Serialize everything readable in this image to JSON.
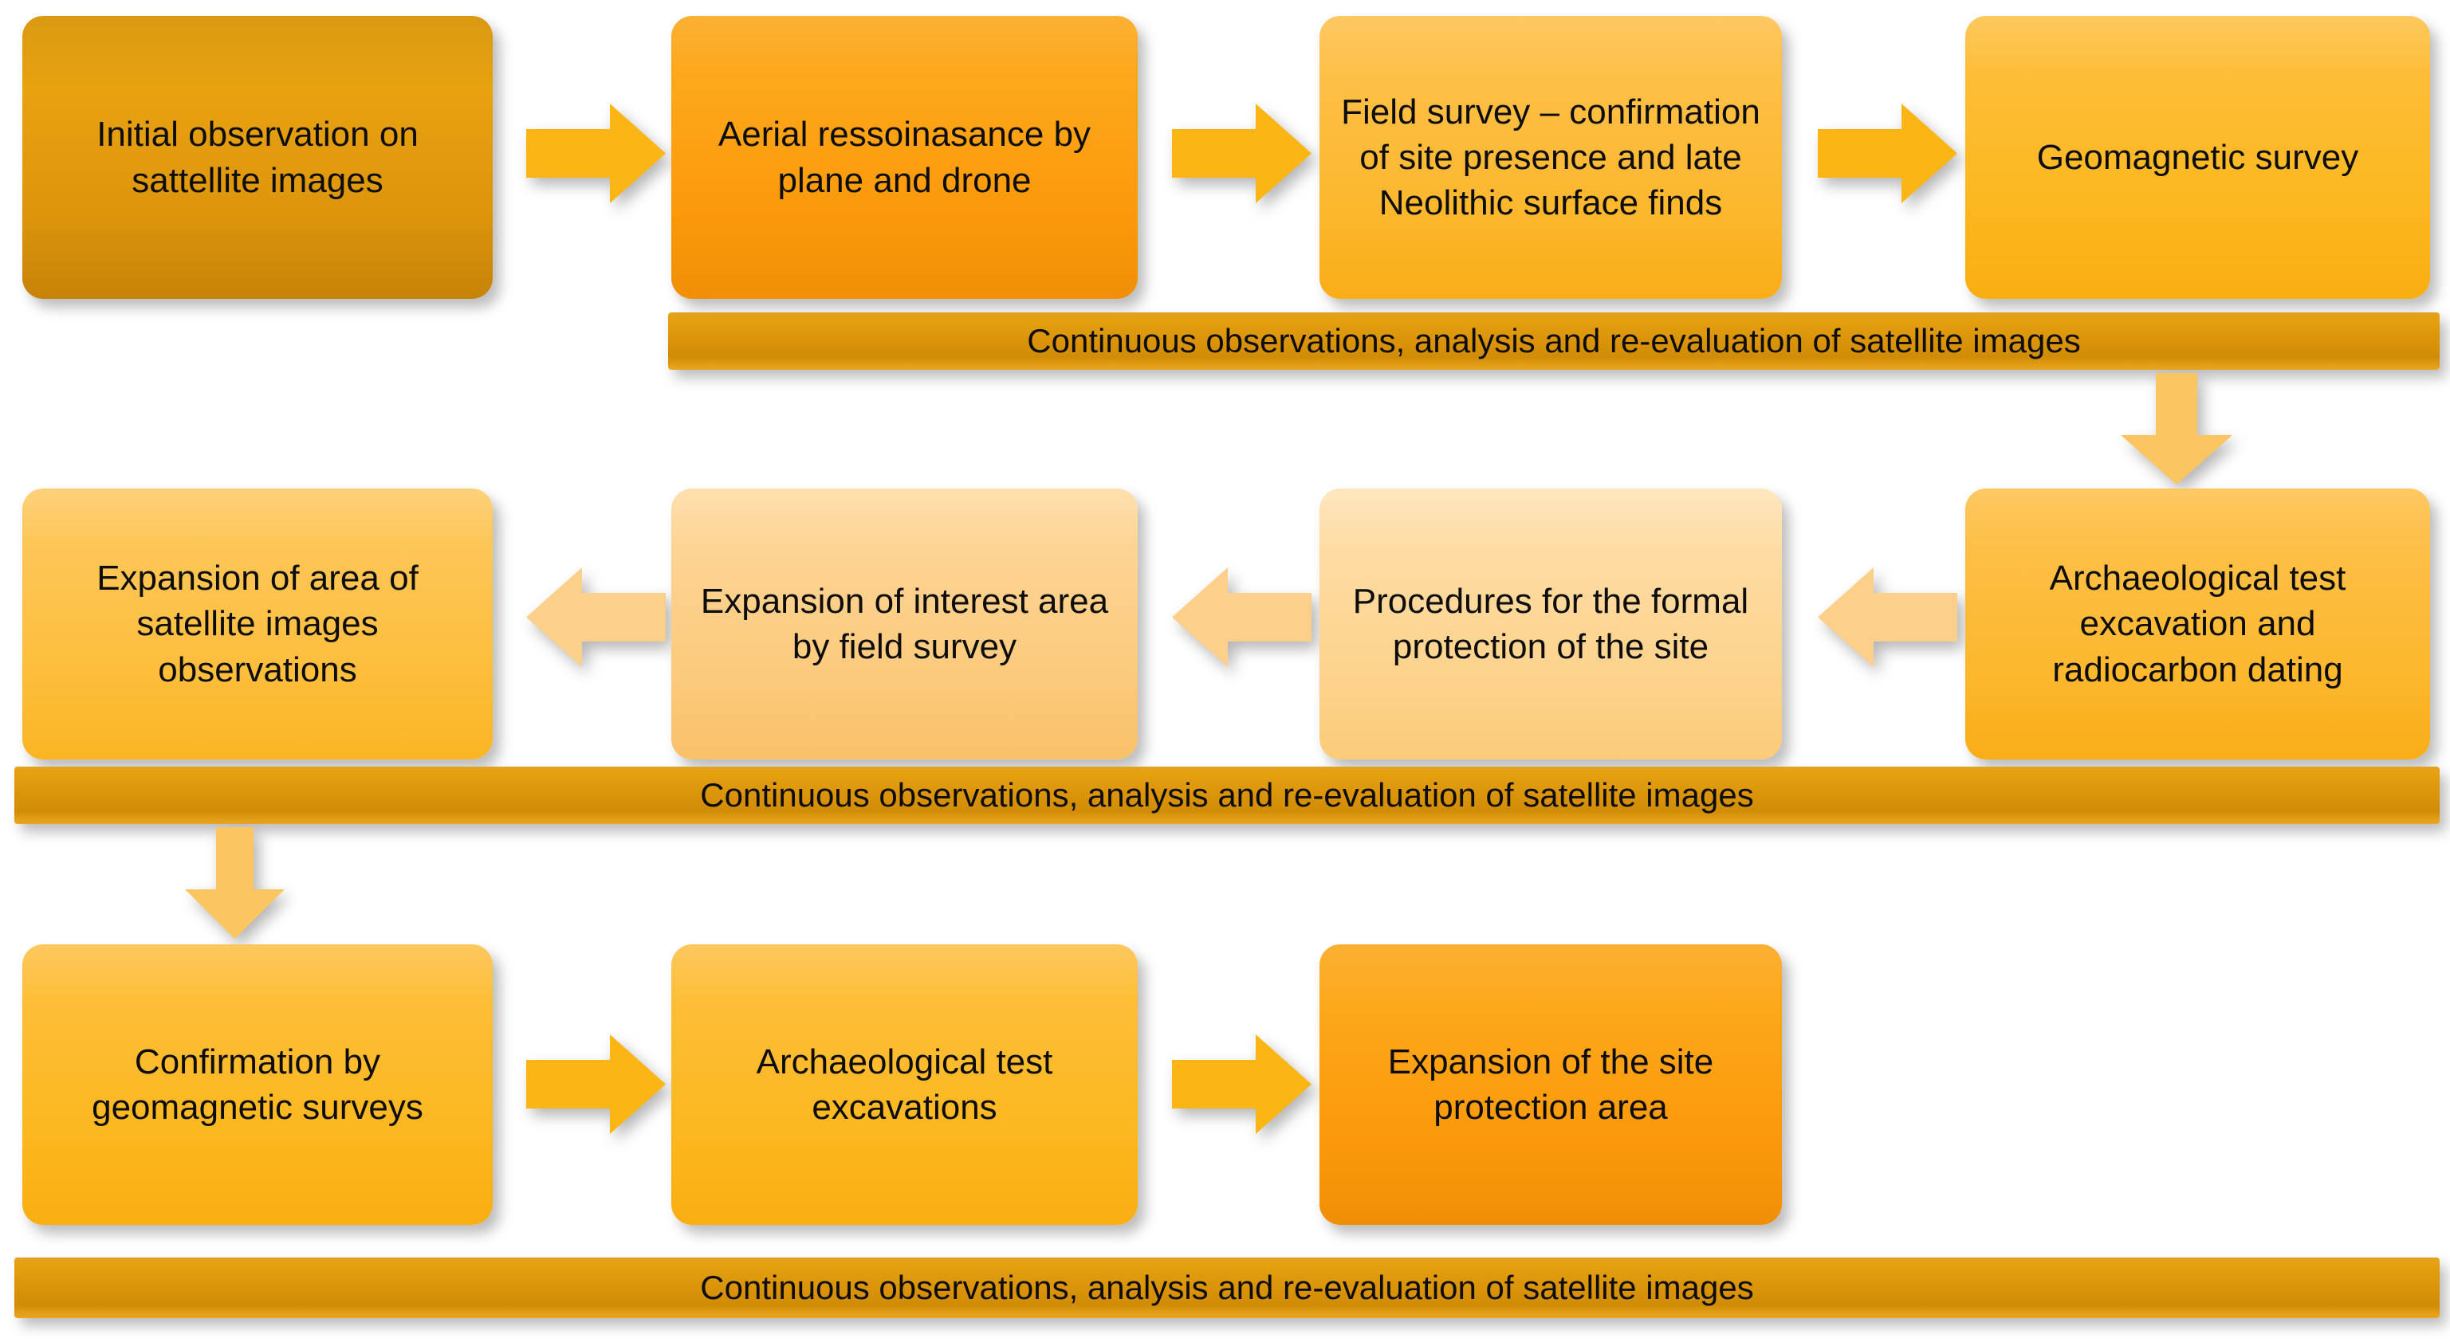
{
  "diagram": {
    "title": "Archaeological site discovery and protection workflow",
    "colors": {
      "background": "#ffffff",
      "banner_fill": "#d9920a",
      "arrow_strong": "#fbb615",
      "arrow_light": "#fcd08a",
      "text": "#0d0d0d"
    },
    "rows": [
      {
        "id": "row-1",
        "direction": "left-to-right",
        "boxes": [
          {
            "id": "initial-observation",
            "label": "Initial observation on sattellite images",
            "tone": "tone-dark"
          },
          {
            "id": "aerial-reconnaissance",
            "label": "Aerial ressoinasance by plane and drone",
            "tone": "tone-orange"
          },
          {
            "id": "field-survey",
            "label": "Field survey – confirmation of site presence and late Neolithic surface finds",
            "tone": "tone-mid"
          },
          {
            "id": "geomagnetic-survey",
            "label": "Geomagnetic survey",
            "tone": "tone-amber"
          }
        ],
        "connectors": [
          "arrow-right",
          "arrow-right",
          "arrow-right"
        ]
      },
      {
        "id": "row-2",
        "direction": "right-to-left",
        "boxes": [
          {
            "id": "expansion-of-area-of-satellite-images-observations",
            "label": "Expansion of area of satellite images observations",
            "tone": "tone-gold"
          },
          {
            "id": "expansion-of-interest-area-by-field-survey",
            "label": "Expansion of interest area by field survey",
            "tone": "tone-light"
          },
          {
            "id": "procedures-for-formal-protection",
            "label": "Procedures for the formal protection of the site",
            "tone": "tone-lighter"
          },
          {
            "id": "archaeological-test-excavation-radiocarbon",
            "label": "Archaeological test excavation and radiocarbon dating",
            "tone": "tone-mid"
          }
        ],
        "connectors": [
          "arrow-left",
          "arrow-left",
          "arrow-left"
        ]
      },
      {
        "id": "row-3",
        "direction": "left-to-right",
        "boxes": [
          {
            "id": "confirmation-by-geomagnetic-surveys",
            "label": "Confirmation by geomagnetic surveys",
            "tone": "tone-amber"
          },
          {
            "id": "archaeological-test-excavations",
            "label": "Archaeological test excavations",
            "tone": "tone-amber"
          },
          {
            "id": "expansion-of-site-protection-area",
            "label": "Expansion of the site protection area",
            "tone": "tone-orange"
          }
        ],
        "connectors": [
          "arrow-right",
          "arrow-right"
        ]
      }
    ],
    "banners": [
      {
        "id": "banner-1",
        "label": "Continuous observations, analysis and re-evaluation of satellite images"
      },
      {
        "id": "banner-2",
        "label": "Continuous observations, analysis and re-evaluation  of satellite images"
      },
      {
        "id": "banner-3",
        "label": "Continuous observations, analysis and re-evaluation of satellite images"
      }
    ],
    "vertical_connectors": [
      {
        "id": "down-arrow-right",
        "from": "banner-1",
        "to": "archaeological-test-excavation-radiocarbon"
      },
      {
        "id": "down-arrow-left",
        "from": "banner-2",
        "to": "confirmation-by-geomagnetic-surveys"
      }
    ]
  }
}
